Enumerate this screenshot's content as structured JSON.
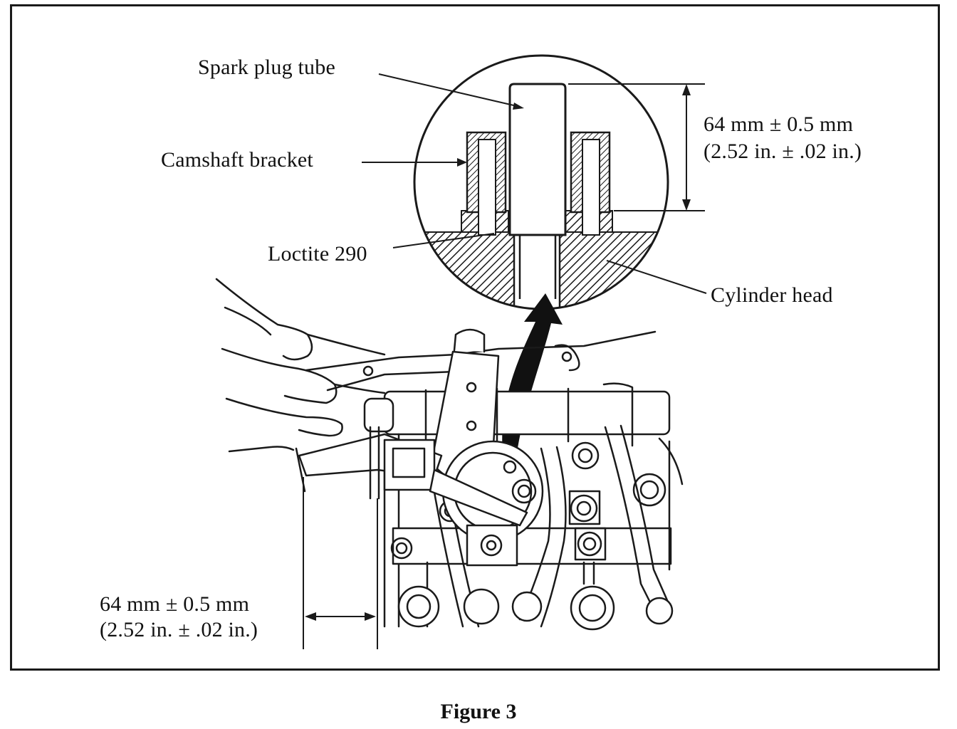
{
  "labels": {
    "spark_plug_tube": "Spark plug tube",
    "camshaft_bracket": "Camshaft bracket",
    "loctite": "Loctite 290",
    "cylinder_head": "Cylinder head",
    "dim_top_mm": "64 mm ± 0.5 mm",
    "dim_top_in": "(2.52 in. ± .02 in.)",
    "dim_bottom_mm": "64 mm ± 0.5 mm",
    "dim_bottom_in": "(2.52 in. ± .02 in.)"
  },
  "caption": "Figure 3",
  "colors": {
    "line": "#1a1a1a",
    "background": "#ffffff"
  }
}
